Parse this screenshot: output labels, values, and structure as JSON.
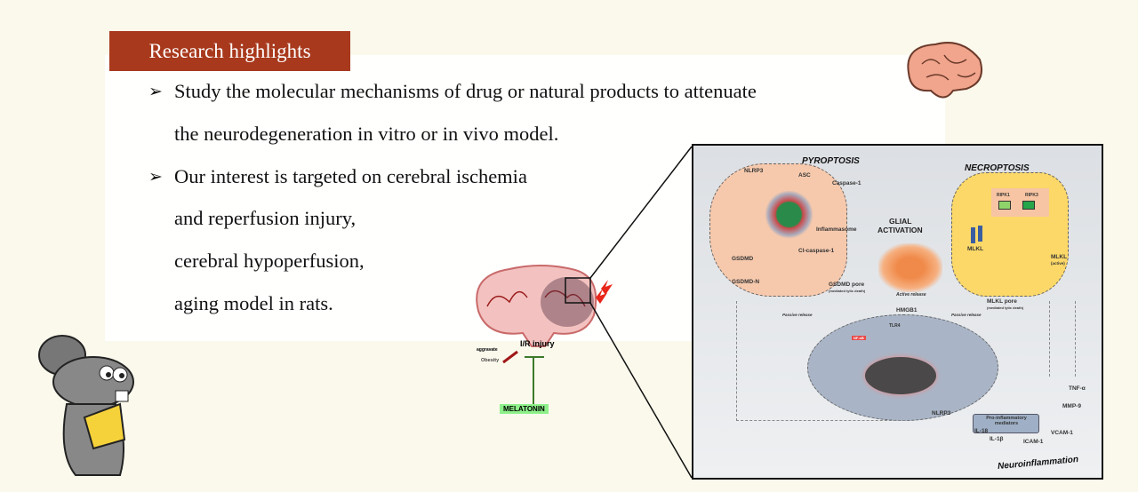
{
  "title": "Research highlights",
  "bullets": [
    "Study the molecular mechanisms of drug or natural products to attenuate",
    "the neurodegeneration in vitro or in vivo model.",
    "Our interest is targeted on cerebral ischemia",
    "and reperfusion injury,",
    "cerebral hypoperfusion,",
    "aging model in rats."
  ],
  "bullet_marker": "➢",
  "brain_figure": {
    "injury": "I/R injury",
    "aggravate": "aggravate",
    "obesity": "Obesity",
    "melatonin": "MELATONIN"
  },
  "diagram": {
    "pyroptosis": "PYROPTOSIS",
    "nlrp3": "NLRP3",
    "asc": "ASC",
    "caspase1": "Caspase-1",
    "inflammasome": "Inflammasome",
    "clcaspase": "Cl-caspase-1",
    "gsdmd": "GSDMD",
    "gsdmdn": "GSDMD-N",
    "gsdmdpore": "GSDMD pore",
    "lytic1": "(mediated lytic death)",
    "glial": "GLIAL",
    "activation": "ACTIVATION",
    "activerelease": "Active release",
    "necroptosis": "NECROPTOSIS",
    "ripk1": "RIPK1",
    "ripk3": "RIPK3",
    "mlkl": "MLKL",
    "mlklactive": "MLKL",
    "active": "(active)",
    "mlklpore": "MLKL pore",
    "lytic2": "(mediated lytic death)",
    "passive1": "Passive release",
    "passive2": "Passive release",
    "hmgb1": "HMGB1",
    "tlr4": "TLR4",
    "nfkb": "NF-κB",
    "proinf": "Pro-inflammatory mediators",
    "nlrp3b": "NLRP3",
    "tnf": "TNF-α",
    "mmp9": "MMP-9",
    "il18": "IL-18",
    "il1b": "IL-1β",
    "icam": "ICAM-1",
    "vcam": "VCAM-1",
    "neuro": "Neuroinflammation"
  },
  "colors": {
    "title_bg": "#a8391d",
    "pyro": "#f6c9ad",
    "necro": "#fcd868",
    "microglia": "#a9b5c6",
    "melatonin": "#8ef08a"
  }
}
